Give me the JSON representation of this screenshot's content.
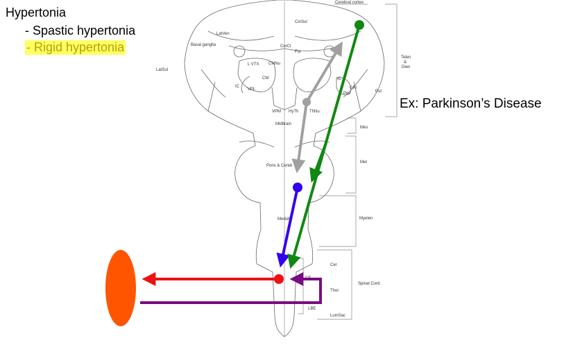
{
  "heading": {
    "title": "Hypertonia",
    "items": [
      "- Spastic hypertonia",
      "- Rigid hypertonia"
    ],
    "highlight_color": "#ffff66"
  },
  "example_label": "Ex: Parkinson’s Disease",
  "brain_labels": {
    "cerebral_cortex": "Cerebral cortex",
    "cin_sul": "CinSul",
    "lat_ven": "LatVen",
    "cor_cl": "CorCl",
    "basal_ganglia": "Basal ganglia",
    "lat_sul": "LatSul",
    "for": "For",
    "l_vtx": "L VTX",
    "cm_nu": "CMNu",
    "cm": "CM",
    "ic_left": "IC",
    "vpl": "VPL",
    "vpm": "VPM",
    "hy_th": "HyTh",
    "th_nu": "ThNu",
    "ic_right": "IC",
    "gpi": "GPi",
    "pm": "Pm",
    "put": "Put",
    "midbrain": "Midbrain",
    "pons_cereb": "Pons & Cereb",
    "medulla": "Medulla",
    "cf": "CF",
    "lbe": "LBE",
    "telen_dien": [
      "Telen",
      "&",
      "Dien"
    ],
    "mes": "Mes",
    "met": "Met",
    "myelen": "Myelen",
    "cer": "Cer",
    "thor": "Thor",
    "spinal_cord": "Spinal Cord",
    "lum_sac": "LumSac"
  },
  "colors": {
    "green_pathway": "#118811",
    "gray_pathway": "#a0a0a0",
    "blue_pathway": "#3300ee",
    "red_pathway": "#ee1111",
    "purple_pathway": "#7a0d82",
    "muscle": "#ff5500",
    "outline": "#666666"
  }
}
